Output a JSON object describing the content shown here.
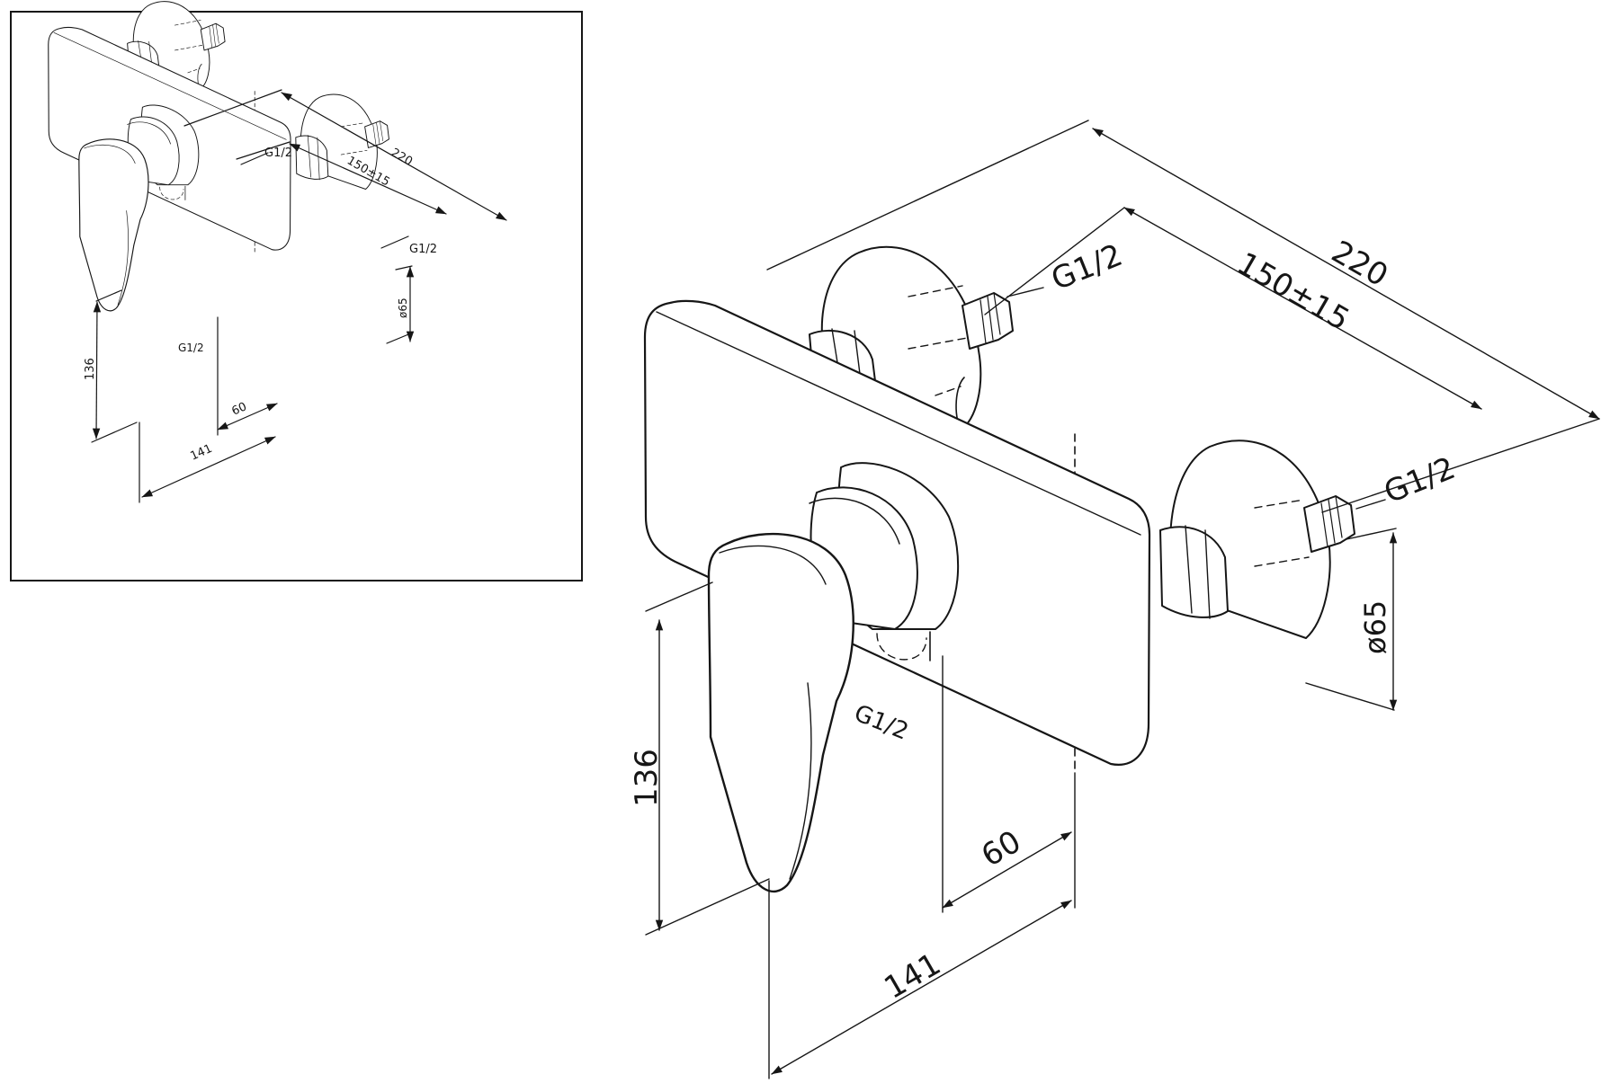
{
  "dimensions": {
    "total_width": "220",
    "inlet_spacing": "150±15",
    "inlet_thread_top": "G1/2",
    "inlet_thread_right": "G1/2",
    "outlet_thread": "G1/2",
    "flange_diameter": "ø65",
    "lever_height": "136",
    "outlet_offset": "60",
    "depth": "141"
  }
}
